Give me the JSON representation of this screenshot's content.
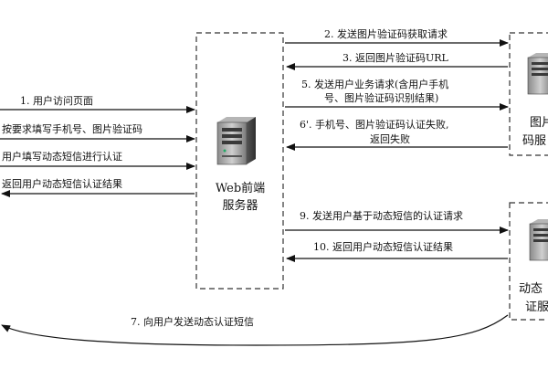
{
  "messages": {
    "m1": "1. 用户访问页面",
    "m2": "按要求填写手机号、图片验证码",
    "m3": "用户填写动态短信进行认证",
    "m4": "返回用户动态短信认证结果",
    "m5": "2. 发送图片验证码获取请求",
    "m6": "3. 返回图片验证码URL",
    "m7_line1": "5. 发送用户业务请求(含用户手机",
    "m7_line2": "号、图片验证码识别结果)",
    "m8_line1": "6'. 手机号、图片验证码认证失败,",
    "m8_line2": "返回失败",
    "m9": "9. 发送用户基于动态短信的认证请求",
    "m10": "10. 返回用户动态短信认证结果",
    "m11": "7. 向用户发送动态认证短信"
  },
  "nodes": {
    "web_server_line1": "Web前端",
    "web_server_line2": "服务器",
    "image_server_line1": "图片",
    "image_server_line2": "码服",
    "sms_server_line1": "动态",
    "sms_server_line2": "证服"
  },
  "icons": {
    "web_server": "server-icon",
    "image_server": "server-icon",
    "sms_server": "server-icon"
  }
}
